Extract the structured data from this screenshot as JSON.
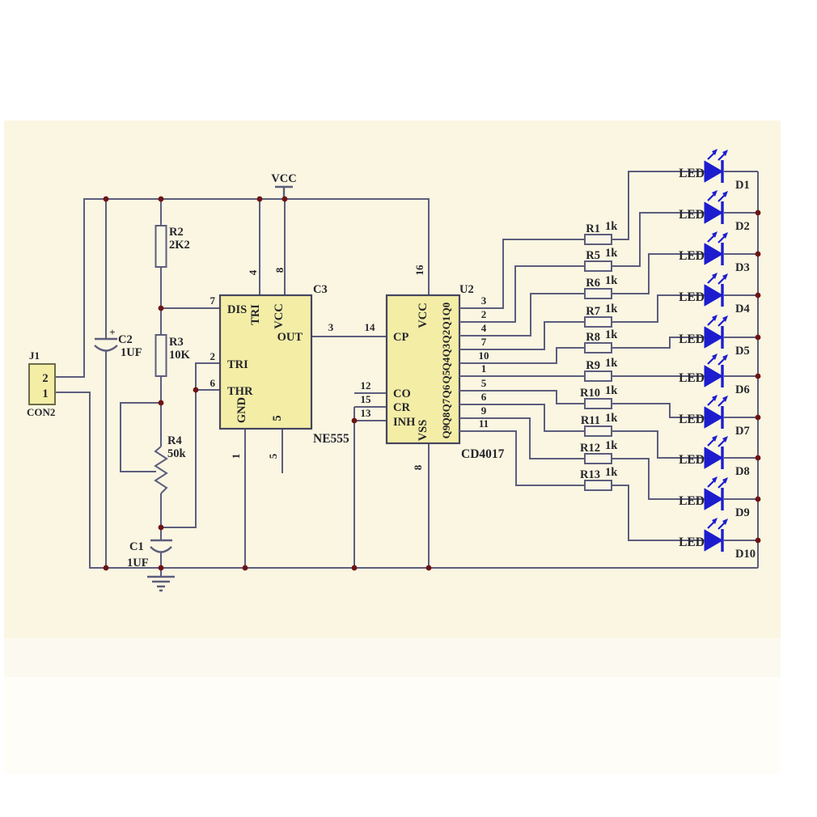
{
  "power_label": "VCC",
  "connector": {
    "ref": "J1",
    "footprint": "CON2",
    "pin2": "2",
    "pin1": "1"
  },
  "timing": {
    "r2_ref": "R2",
    "r2_val": "2K2",
    "r3_ref": "R3",
    "r3_val": "10K",
    "r4_ref": "R4",
    "r4_val": "50k",
    "c1_ref": "C1",
    "c1_val": "1UF",
    "c2_ref": "C2",
    "c2_val": "1UF",
    "c2_plus": "+",
    "c3_ref": "C3"
  },
  "ne555": {
    "name": "NE555",
    "dis": "DIS",
    "tri_top": "TRI",
    "vcc": "VCC",
    "out": "OUT",
    "tri": "TRI",
    "thr": "THR",
    "gnd": "GND",
    "cv": "5",
    "pin_dis": "7",
    "pin_rst": "4",
    "pin_vcc": "8",
    "pin_out": "3",
    "pin_tri": "2",
    "pin_thr": "6",
    "pin_gnd": "1",
    "pin_cv": "5"
  },
  "cd4017": {
    "name": "CD4017",
    "ref": "U2",
    "cp": "CP",
    "co": "CO",
    "cr": "CR",
    "inh": "INH",
    "vcc": "VCC",
    "vss": "VSS",
    "pin_cp": "14",
    "pin_co": "12",
    "pin_cr": "15",
    "pin_inh": "13",
    "pin_vcc": "16",
    "pin_vss": "8",
    "outputs": [
      {
        "label": "Q0",
        "pin": "3"
      },
      {
        "label": "Q1",
        "pin": "2"
      },
      {
        "label": "Q2",
        "pin": "4"
      },
      {
        "label": "Q3",
        "pin": "7"
      },
      {
        "label": "Q4",
        "pin": "10"
      },
      {
        "label": "Q5",
        "pin": "1"
      },
      {
        "label": "Q6",
        "pin": "5"
      },
      {
        "label": "Q7",
        "pin": "6"
      },
      {
        "label": "Q8",
        "pin": "9"
      },
      {
        "label": "Q9",
        "pin": "11"
      }
    ]
  },
  "resistors": [
    {
      "ref": "R1",
      "value": "1k"
    },
    {
      "ref": "R5",
      "value": "1k"
    },
    {
      "ref": "R6",
      "value": "1k"
    },
    {
      "ref": "R7",
      "value": "1k"
    },
    {
      "ref": "R8",
      "value": "1k"
    },
    {
      "ref": "R9",
      "value": "1k"
    },
    {
      "ref": "R10",
      "value": "1k"
    },
    {
      "ref": "R11",
      "value": "1k"
    },
    {
      "ref": "R12",
      "value": "1k"
    },
    {
      "ref": "R13",
      "value": "1k"
    }
  ],
  "leds": [
    {
      "ref": "D1",
      "label": "LED"
    },
    {
      "ref": "D2",
      "label": "LED"
    },
    {
      "ref": "D3",
      "label": "LED"
    },
    {
      "ref": "D4",
      "label": "LED"
    },
    {
      "ref": "D5",
      "label": "LED"
    },
    {
      "ref": "D6",
      "label": "LED"
    },
    {
      "ref": "D7",
      "label": "LED"
    },
    {
      "ref": "D8",
      "label": "LED"
    },
    {
      "ref": "D9",
      "label": "LED"
    },
    {
      "ref": "D10",
      "label": "LED"
    }
  ],
  "colors": {
    "wire": "#5d5d7d",
    "junction_dot": "#6d1414",
    "led_blue": "#1d1dcf",
    "ic_fill": "#f3eda6",
    "panel": "#faf6e2"
  }
}
